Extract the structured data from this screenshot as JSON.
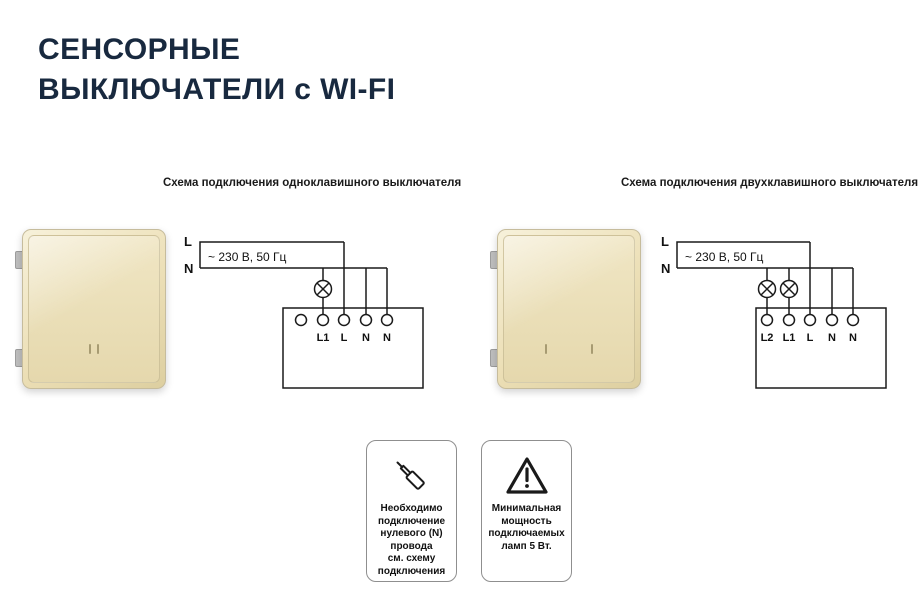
{
  "colors": {
    "title": "#18293f",
    "wire_line": "#1a1a1a",
    "switch_panel_gold": "#ecdfb6"
  },
  "title": {
    "line1": "СЕНСОРНЫЕ",
    "line2": "ВЫКЛЮЧАТЕЛИ с WI-FI"
  },
  "diagrams": [
    {
      "caption": "Схема подключения одноклавишного выключателя",
      "phase_label": "L",
      "neutral_label": "N",
      "voltage": "~ 230 В, 50 Гц",
      "terminals": [
        "L1",
        "L",
        "N",
        "N"
      ],
      "lamps": 1
    },
    {
      "caption": "Схема подключения двухклавишного выключателя",
      "phase_label": "L",
      "neutral_label": "N",
      "voltage": "~ 230 В, 50 Гц",
      "terminals": [
        "L2",
        "L1",
        "L",
        "N",
        "N"
      ],
      "lamps": 2
    }
  ],
  "notes": [
    {
      "icon": "stripped-wire-icon",
      "text": "Необходимо\nподключение\nнулевого (N)\nпровода\nсм. схему\nподключения"
    },
    {
      "icon": "warning-triangle-icon",
      "text": "Минимальная\nмощность\nподключаемых\nламп 5 Вт."
    }
  ]
}
